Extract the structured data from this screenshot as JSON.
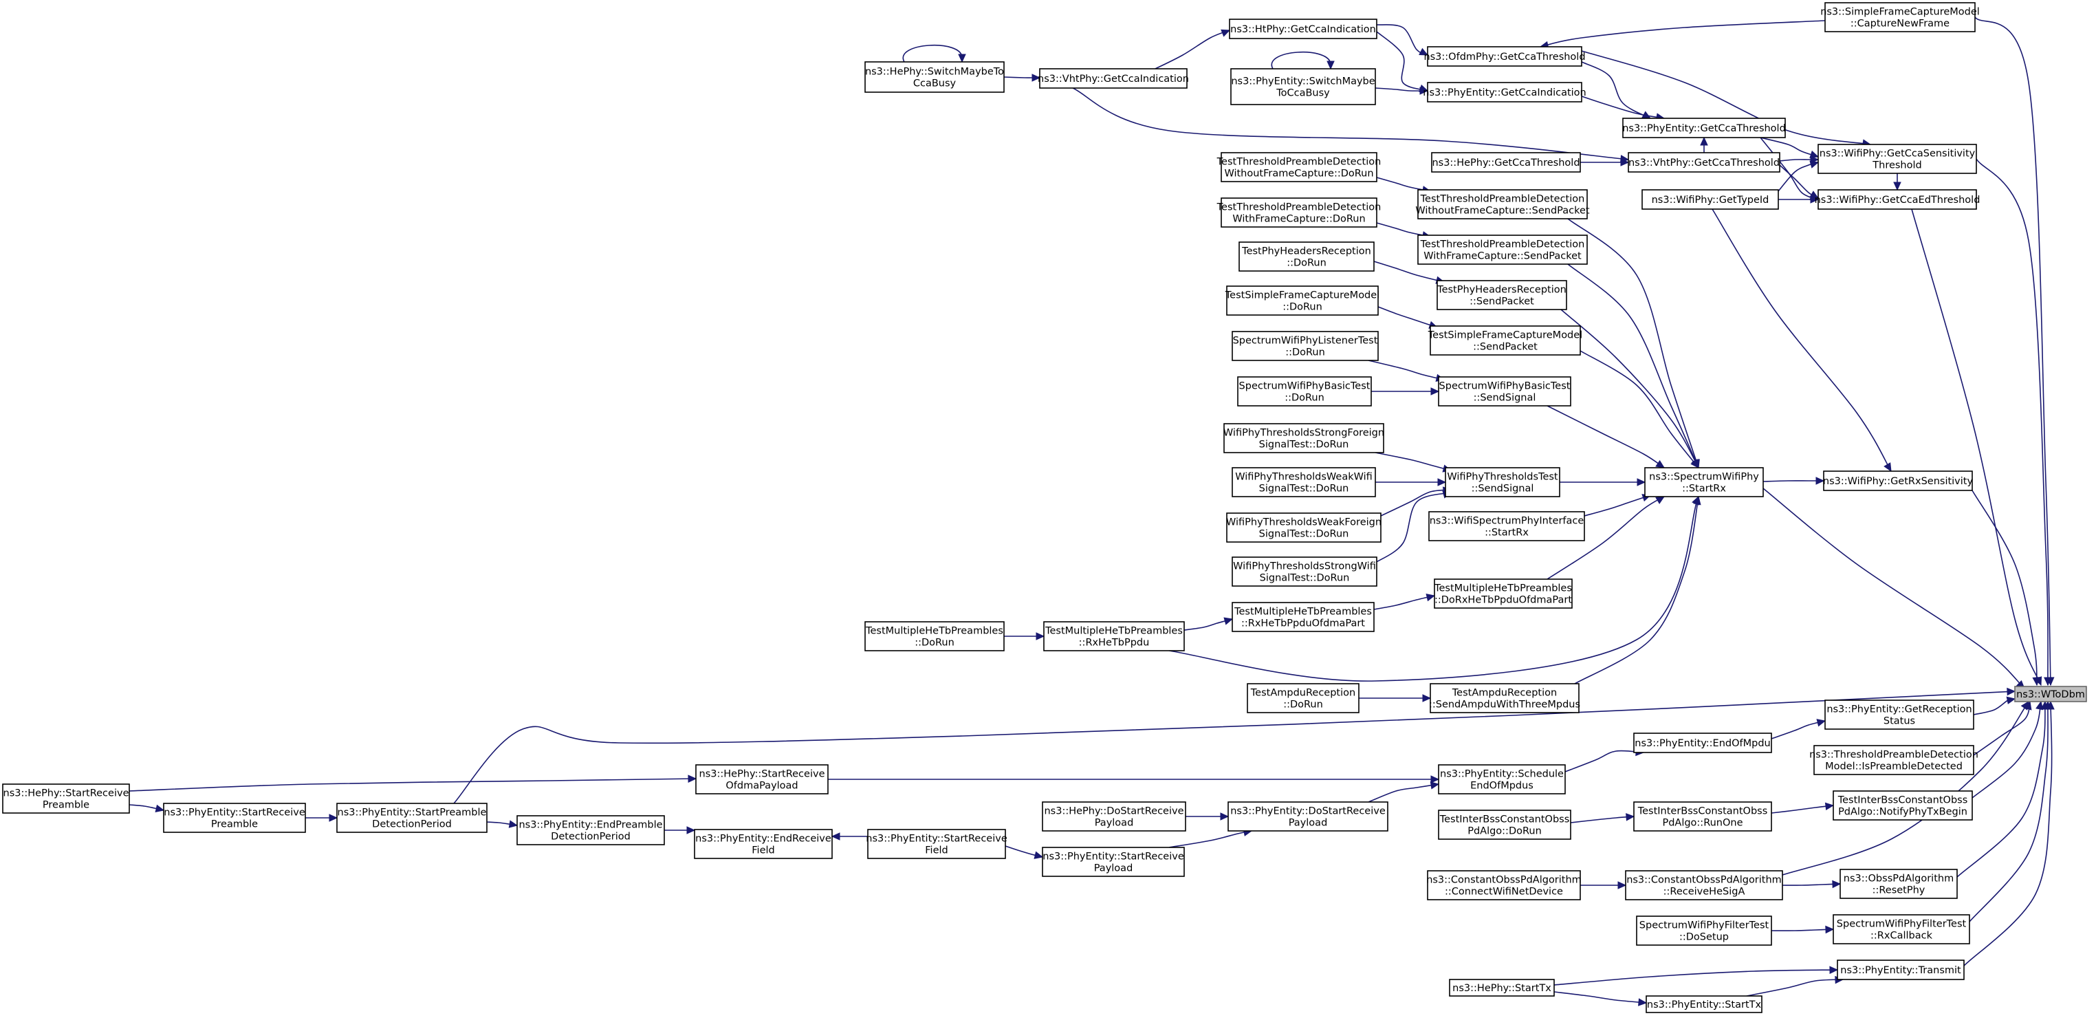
{
  "graph": {
    "title": "",
    "colors": {
      "edge": "#191970",
      "node_border": "#000000",
      "node_fill": "#ffffff",
      "focus_fill": "#bfbfbf"
    },
    "nodes": [
      {
        "id": "wtodbm",
        "label": [
          "ns3::WToDbm"
        ],
        "focus": true
      },
      {
        "id": "sfcm_capture",
        "label": [
          "ns3::SimpleFrameCaptureModel",
          "::CaptureNewFrame"
        ]
      },
      {
        "id": "wifi_getccasens",
        "label": [
          "ns3::WifiPhy::GetCcaSensitivity",
          "Threshold"
        ]
      },
      {
        "id": "wifi_getccaed",
        "label": [
          "ns3::WifiPhy::GetCcaEdThreshold"
        ]
      },
      {
        "id": "wifi_getrxsens",
        "label": [
          "ns3::WifiPhy::GetRxSensitivity"
        ]
      },
      {
        "id": "phyentity_getreceptionstatus",
        "label": [
          "ns3::PhyEntity::GetReception",
          "Status"
        ]
      },
      {
        "id": "tpd_ispreamble",
        "label": [
          "ns3::ThresholdPreambleDetection",
          "Model::IsPreambleDetected"
        ]
      },
      {
        "id": "tibcopa_notify",
        "label": [
          "TestInterBssConstantObss",
          "PdAlgo::NotifyPhyTxBegin"
        ]
      },
      {
        "id": "obss_resetphy",
        "label": [
          "ns3::ObssPdAlgorithm",
          "::ResetPhy"
        ]
      },
      {
        "id": "swpft_rxcallback",
        "label": [
          "SpectrumWifiPhyFilterTest",
          "::RxCallback"
        ]
      },
      {
        "id": "phyentity_transmit",
        "label": [
          "ns3::PhyEntity::Transmit"
        ]
      },
      {
        "id": "ht_getccaind",
        "label": [
          "ns3::HtPhy::GetCcaIndication"
        ]
      },
      {
        "id": "ofdm_getccath",
        "label": [
          "ns3::OfdmPhy::GetCcaThreshold"
        ]
      },
      {
        "id": "phyentity_switchcca",
        "label": [
          "ns3::PhyEntity::SwitchMaybe",
          "ToCcaBusy"
        ]
      },
      {
        "id": "phyentity_getccaind",
        "label": [
          "ns3::PhyEntity::GetCcaIndication"
        ]
      },
      {
        "id": "phyentity_getccath",
        "label": [
          "ns3::PhyEntity::GetCcaThreshold"
        ]
      },
      {
        "id": "hephy_switchcca",
        "label": [
          "ns3::HePhy::SwitchMaybeTo",
          "CcaBusy"
        ]
      },
      {
        "id": "vht_getccaind",
        "label": [
          "ns3::VhtPhy::GetCcaIndication"
        ]
      },
      {
        "id": "he_getccath",
        "label": [
          "ns3::HePhy::GetCcaThreshold"
        ]
      },
      {
        "id": "vht_getccath",
        "label": [
          "ns3::VhtPhy::GetCcaThreshold"
        ]
      },
      {
        "id": "wifi_gettypeid",
        "label": [
          "ns3::WifiPhy::GetTypeId"
        ]
      },
      {
        "id": "ttpd_wo_dorun",
        "label": [
          "TestThresholdPreambleDetection",
          "WithoutFrameCapture::DoRun"
        ]
      },
      {
        "id": "ttpd_wo_send",
        "label": [
          "TestThresholdPreambleDetection",
          "WithoutFrameCapture::SendPacket"
        ]
      },
      {
        "id": "ttpd_w_dorun",
        "label": [
          "TestThresholdPreambleDetection",
          "WithFrameCapture::DoRun"
        ]
      },
      {
        "id": "ttpd_w_send",
        "label": [
          "TestThresholdPreambleDetection",
          "WithFrameCapture::SendPacket"
        ]
      },
      {
        "id": "tphr_dorun",
        "label": [
          "TestPhyHeadersReception",
          "::DoRun"
        ]
      },
      {
        "id": "tphr_send",
        "label": [
          "TestPhyHeadersReception",
          "::SendPacket"
        ]
      },
      {
        "id": "tsfcm_dorun",
        "label": [
          "TestSimpleFrameCaptureModel",
          "::DoRun"
        ]
      },
      {
        "id": "tsfcm_send",
        "label": [
          "TestSimpleFrameCaptureModel",
          "::SendPacket"
        ]
      },
      {
        "id": "swplt_dorun",
        "label": [
          "SpectrumWifiPhyListenerTest",
          "::DoRun"
        ]
      },
      {
        "id": "swpbt_dorun",
        "label": [
          "SpectrumWifiPhyBasicTest",
          "::DoRun"
        ]
      },
      {
        "id": "swpbt_send",
        "label": [
          "SpectrumWifiPhyBasicTest",
          "::SendSignal"
        ]
      },
      {
        "id": "wptsf_dorun",
        "label": [
          "WifiPhyThresholdsStrongForeign",
          "SignalTest::DoRun"
        ]
      },
      {
        "id": "wptww_dorun",
        "label": [
          "WifiPhyThresholdsWeakWifi",
          "SignalTest::DoRun"
        ]
      },
      {
        "id": "wptwf_dorun",
        "label": [
          "WifiPhyThresholdsWeakForeign",
          "SignalTest::DoRun"
        ]
      },
      {
        "id": "wptsw_dorun",
        "label": [
          "WifiPhyThresholdsStrongWifi",
          "SignalTest::DoRun"
        ]
      },
      {
        "id": "wpt_send",
        "label": [
          "WifiPhyThresholdsTest",
          "::SendSignal"
        ]
      },
      {
        "id": "swp_startrx",
        "label": [
          "ns3::SpectrumWifiPhy",
          "::StartRx"
        ]
      },
      {
        "id": "wspi_startrx",
        "label": [
          "ns3::WifiSpectrumPhyInterface",
          "::StartRx"
        ]
      },
      {
        "id": "tmhtp_dorxofdma",
        "label": [
          "TestMultipleHeTbPreambles",
          "::DoRxHeTbPpduOfdmaPart"
        ]
      },
      {
        "id": "tmhtp_rxofdma",
        "label": [
          "TestMultipleHeTbPreambles",
          "::RxHeTbPpduOfdmaPart"
        ]
      },
      {
        "id": "tmhtp_dorun",
        "label": [
          "TestMultipleHeTbPreambles",
          "::DoRun"
        ]
      },
      {
        "id": "tmhtp_rxhetb",
        "label": [
          "TestMultipleHeTbPreambles",
          "::RxHeTbPpdu"
        ]
      },
      {
        "id": "tar_dorun",
        "label": [
          "TestAmpduReception",
          "::DoRun"
        ]
      },
      {
        "id": "tar_send3",
        "label": [
          "TestAmpduReception",
          "::SendAmpduWithThreeMpdus"
        ]
      },
      {
        "id": "he_startreceivepreamble",
        "label": [
          "ns3::HePhy::StartReceive",
          "Preamble"
        ]
      },
      {
        "id": "phyentity_startreceivepreamble",
        "label": [
          "ns3::PhyEntity::StartReceive",
          "Preamble"
        ]
      },
      {
        "id": "phyentity_startpreambledetection",
        "label": [
          "ns3::PhyEntity::StartPreamble",
          "DetectionPeriod"
        ]
      },
      {
        "id": "phyentity_endpreambledetection",
        "label": [
          "ns3::PhyEntity::EndPreamble",
          "DetectionPeriod"
        ]
      },
      {
        "id": "he_startreceiveofdma",
        "label": [
          "ns3::HePhy::StartReceive",
          "OfdmaPayload"
        ]
      },
      {
        "id": "phyentity_endreceivefield",
        "label": [
          "ns3::PhyEntity::EndReceive",
          "Field"
        ]
      },
      {
        "id": "phyentity_startreceivefield",
        "label": [
          "ns3::PhyEntity::StartReceive",
          "Field"
        ]
      },
      {
        "id": "he_dostartreceivepayload",
        "label": [
          "ns3::HePhy::DoStartReceive",
          "Payload"
        ]
      },
      {
        "id": "phyentity_dostartreceivepayload",
        "label": [
          "ns3::PhyEntity::DoStartReceive",
          "Payload"
        ]
      },
      {
        "id": "phyentity_startreceivepayload",
        "label": [
          "ns3::PhyEntity::StartReceive",
          "Payload"
        ]
      },
      {
        "id": "phyentity_scheduleendofmpdus",
        "label": [
          "ns3::PhyEntity::Schedule",
          "EndOfMpdus"
        ]
      },
      {
        "id": "phyentity_endofmpdu",
        "label": [
          "ns3::PhyEntity::EndOfMpdu"
        ]
      },
      {
        "id": "tibcopa_dorun",
        "label": [
          "TestInterBssConstantObss",
          "PdAlgo::DoRun"
        ]
      },
      {
        "id": "tibcopa_runone",
        "label": [
          "TestInterBssConstantObss",
          "PdAlgo::RunOne"
        ]
      },
      {
        "id": "copa_connect",
        "label": [
          "ns3::ConstantObssPdAlgorithm",
          "::ConnectWifiNetDevice"
        ]
      },
      {
        "id": "copa_receivehesiga",
        "label": [
          "ns3::ConstantObssPdAlgorithm",
          "::ReceiveHeSigA"
        ]
      },
      {
        "id": "swpft_dosetup",
        "label": [
          "SpectrumWifiPhyFilterTest",
          "::DoSetup"
        ]
      },
      {
        "id": "he_starttx",
        "label": [
          "ns3::HePhy::StartTx"
        ]
      },
      {
        "id": "phyentity_starttx",
        "label": [
          "ns3::PhyEntity::StartTx"
        ]
      }
    ]
  }
}
